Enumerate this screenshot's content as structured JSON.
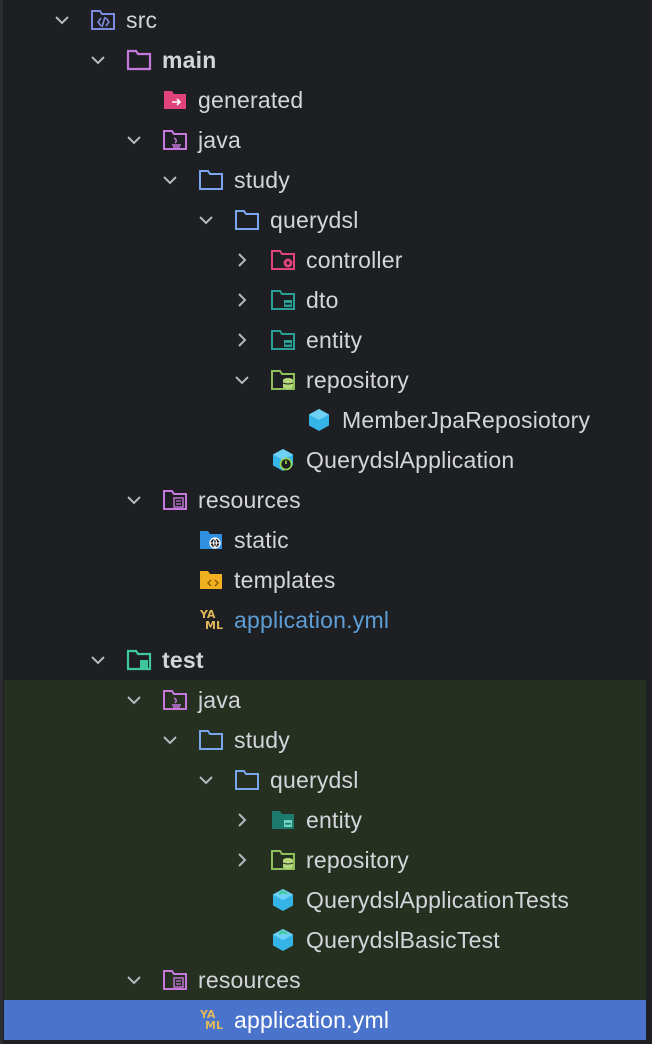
{
  "tree": {
    "src": "src",
    "main": "main",
    "generated": "generated",
    "java_main": "java",
    "study_main": "study",
    "querydsl_main": "querydsl",
    "controller": "controller",
    "dto": "dto",
    "entity_main": "entity",
    "repository_main": "repository",
    "member_repo": "MemberJpaReposiotory",
    "querydsl_app": "QuerydslApplication",
    "resources_main": "resources",
    "static": "static",
    "templates": "templates",
    "app_yml_main": "application.yml",
    "test": "test",
    "java_test": "java",
    "study_test": "study",
    "querydsl_test": "querydsl",
    "entity_test": "entity",
    "repository_test": "repository",
    "app_tests": "QuerydslApplicationTests",
    "basic_test": "QuerydslBasicTest",
    "resources_test": "resources",
    "app_yml_test": "application.yml"
  },
  "icons": {
    "yaml_line1": "YA",
    "yaml_line2": "ML"
  },
  "colors": {
    "background": "#1e1f22",
    "test_highlight": "#253020",
    "selection": "#4a74cc",
    "text": "#d3d5db",
    "modified_text": "#5e9ed6"
  }
}
